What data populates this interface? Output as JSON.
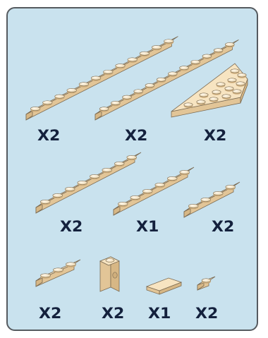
{
  "colors": {
    "panel_background": "#c9e2ee",
    "panel_border": "#555a5f",
    "brick_top": "#f7e4c1",
    "brick_side": "#e2c597",
    "brick_edge": "#7a6a52",
    "quantity_text": "#14213d"
  },
  "parts": [
    {
      "name": "plate-1x12",
      "quantity": "X2"
    },
    {
      "name": "plate-1x12",
      "quantity": "X2"
    },
    {
      "name": "wedge-plate",
      "quantity": "X2"
    },
    {
      "name": "plate-1x8",
      "quantity": "X2"
    },
    {
      "name": "plate-1x6",
      "quantity": "X1"
    },
    {
      "name": "plate-1x4",
      "quantity": "X2"
    },
    {
      "name": "plate-1x3",
      "quantity": "X2"
    },
    {
      "name": "brick-1x1-stud",
      "quantity": "X2"
    },
    {
      "name": "tile-1x2",
      "quantity": "X1"
    },
    {
      "name": "plate-1x1",
      "quantity": "X2"
    }
  ]
}
